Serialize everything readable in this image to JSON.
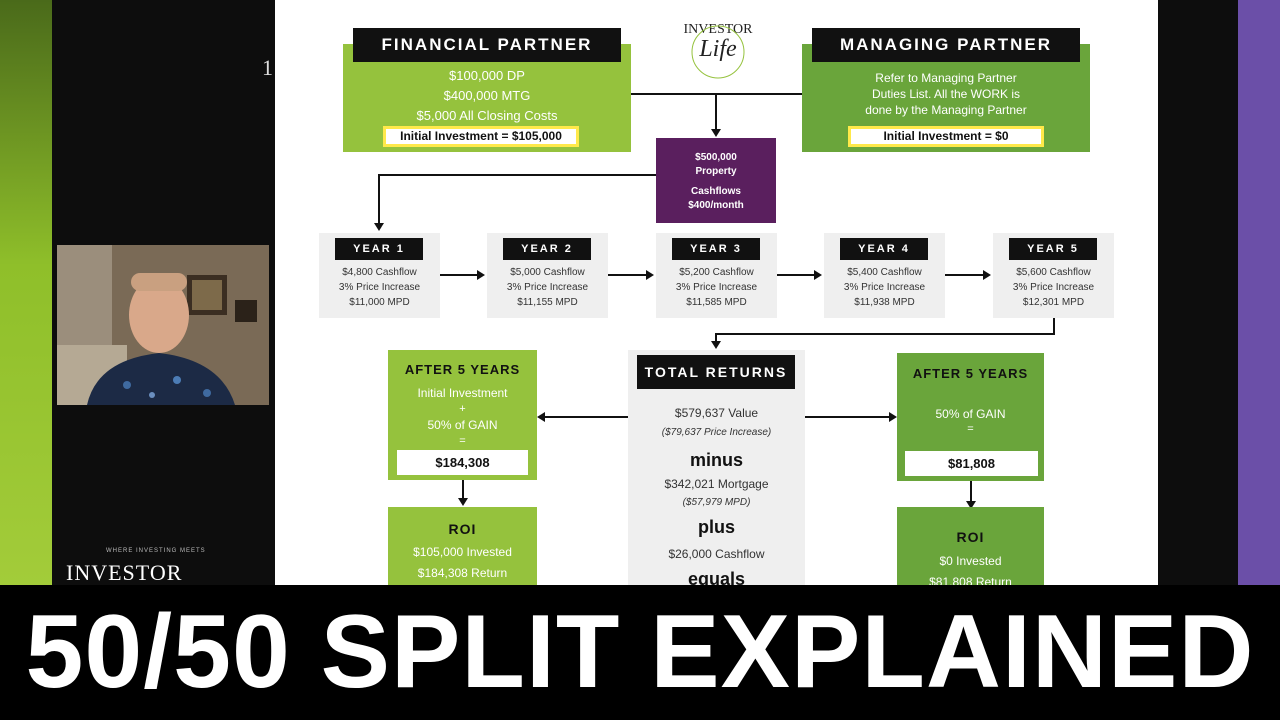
{
  "caption": "50/50 SPLIT EXPLAINED",
  "brand": {
    "name": "INVESTOR",
    "tagline": "WHERE INVESTING MEETS",
    "logo_top": "INVESTOR",
    "logo_script": "Life"
  },
  "financial_partner": {
    "title": "FINANCIAL PARTNER",
    "lines": [
      "$100,000 DP",
      "$400,000 MTG",
      "$5,000 All Closing Costs"
    ],
    "investment": "Initial Investment = $105,000"
  },
  "managing_partner": {
    "title": "MANAGING PARTNER",
    "lines": [
      "Refer to Managing Partner",
      "Duties List. All the WORK is",
      "done by the Managing Partner"
    ],
    "investment": "Initial Investment = $0"
  },
  "property": {
    "lines": [
      "$500,000",
      "Property",
      "Cashflows",
      "$400/month"
    ]
  },
  "years": [
    {
      "label": "YEAR 1",
      "cashflow": "$4,800 Cashflow",
      "increase": "3% Price Increase",
      "mpd": "$11,000 MPD"
    },
    {
      "label": "YEAR 2",
      "cashflow": "$5,000 Cashflow",
      "increase": "3% Price Increase",
      "mpd": "$11,155 MPD"
    },
    {
      "label": "YEAR 3",
      "cashflow": "$5,200 Cashflow",
      "increase": "3% Price Increase",
      "mpd": "$11,585 MPD"
    },
    {
      "label": "YEAR 4",
      "cashflow": "$5,400 Cashflow",
      "increase": "3% Price Increase",
      "mpd": "$11,938 MPD"
    },
    {
      "label": "YEAR 5",
      "cashflow": "$5,600 Cashflow",
      "increase": "3% Price Increase",
      "mpd": "$12,301 MPD"
    }
  ],
  "after_left": {
    "title": "AFTER 5 YEARS",
    "lines": [
      "Initial Investment",
      "+",
      "50% of GAIN",
      "="
    ],
    "value": "$184,308"
  },
  "after_right": {
    "title": "AFTER 5 YEARS",
    "lines": [
      "50% of GAIN",
      "="
    ],
    "value": "$81,808"
  },
  "total_returns": {
    "title": "TOTAL RETURNS",
    "value": "$579,637 Value",
    "price_increase": "($79,637 Price Increase)",
    "minus": "minus",
    "mortgage": "$342,021 Mortgage",
    "mpd": "($57,979 MPD)",
    "plus": "plus",
    "cashflow": "$26,000 Cashflow",
    "equals": "equals"
  },
  "roi_left": {
    "title": "ROI",
    "invested": "$105,000 Invested",
    "return": "$184,308 Return"
  },
  "roi_right": {
    "title": "ROI",
    "invested": "$0 Invested",
    "return": "$81,808 Return"
  }
}
